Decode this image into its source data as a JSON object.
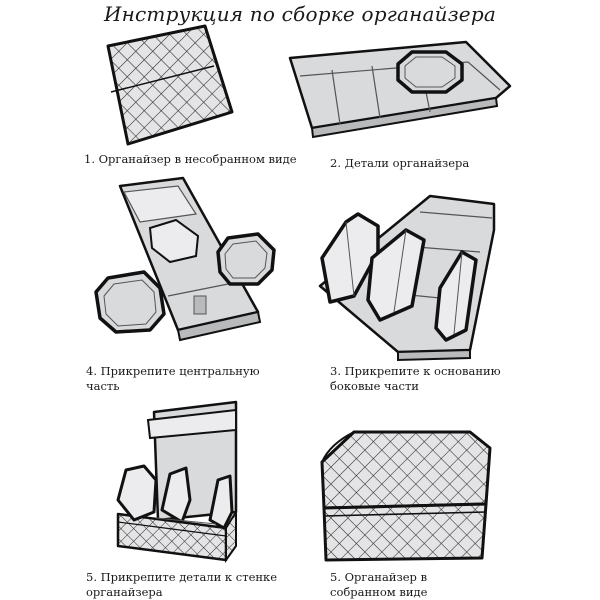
{
  "title": "Инструкция по сборке органайзера",
  "steps": [
    {
      "lines": [
        "1. Органайзер в несобранном виде"
      ]
    },
    {
      "lines": [
        "2. Детали органайзера"
      ]
    },
    {
      "lines": [
        "4. Прикрепите центральную",
        "часть"
      ]
    },
    {
      "lines": [
        "3. Прикрепите к основанию",
        "боковые части"
      ]
    },
    {
      "lines": [
        "5. Прикрепите детали к стенке",
        "органайзера"
      ]
    },
    {
      "lines": [
        "5. Органайзер в",
        "собранном виде"
      ]
    }
  ],
  "colors": {
    "outline": "#111111",
    "panel_fill": "#d9dadc",
    "panel_light": "#ececee",
    "mesh": "#2a2a2a"
  },
  "icons": [
    "quilted-sheet",
    "organizer-parts",
    "central-part",
    "base-with-sides",
    "parts-on-wall",
    "assembled-box"
  ]
}
